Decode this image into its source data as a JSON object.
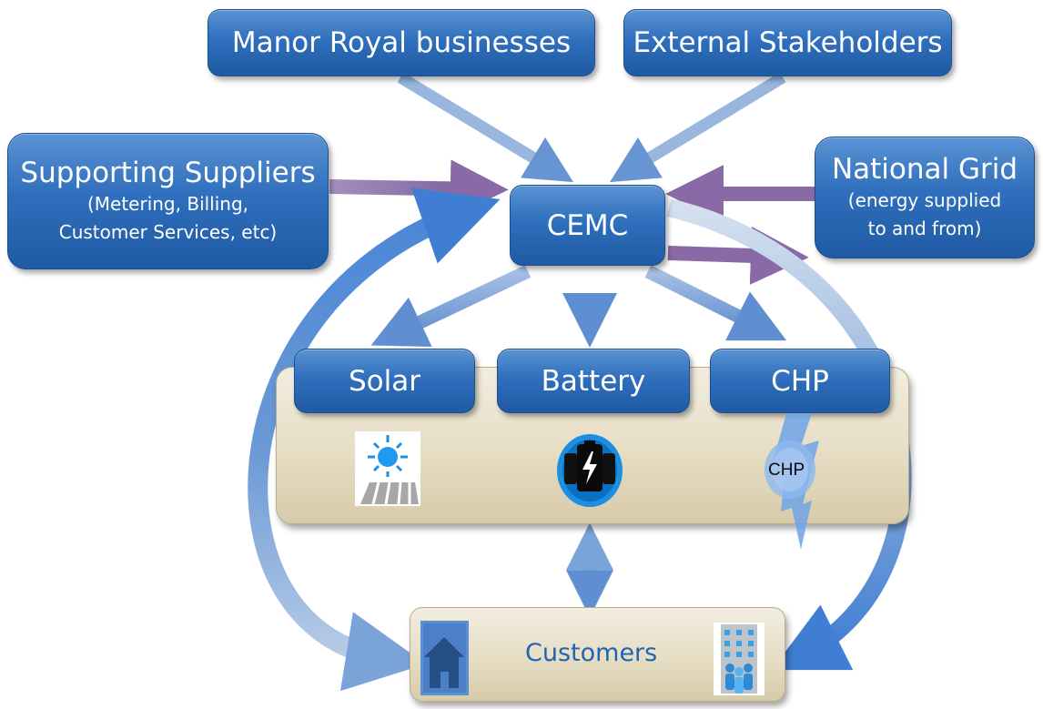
{
  "nodes": {
    "manor": {
      "title": "Manor Royal businesses"
    },
    "external": {
      "title": "External Stakeholders"
    },
    "suppliers": {
      "title": "Supporting Suppliers",
      "line1": "(Metering, Billing,",
      "line2": "Customer Services, etc)"
    },
    "grid": {
      "title": "National Grid",
      "line1": "(energy supplied",
      "line2": "to and from)"
    },
    "cemc": {
      "title": "CEMC"
    },
    "solar": {
      "title": "Solar"
    },
    "battery": {
      "title": "Battery"
    },
    "chp": {
      "title": "CHP",
      "icon_label": "CHP"
    },
    "customers": {
      "title": "Customers"
    }
  },
  "icons": {
    "solar": "solar-panel-icon",
    "battery": "battery-icon",
    "chp": "chp-lightning-icon",
    "house": "house-icon",
    "office": "office-building-icon"
  },
  "colors": {
    "box_blue": "#2f6fbd",
    "arrow_blue": "#5f8fd0",
    "arrow_purple": "#8a6aa6",
    "tray_beige": "#e6ddc4",
    "customers_text": "#1f63b5"
  }
}
